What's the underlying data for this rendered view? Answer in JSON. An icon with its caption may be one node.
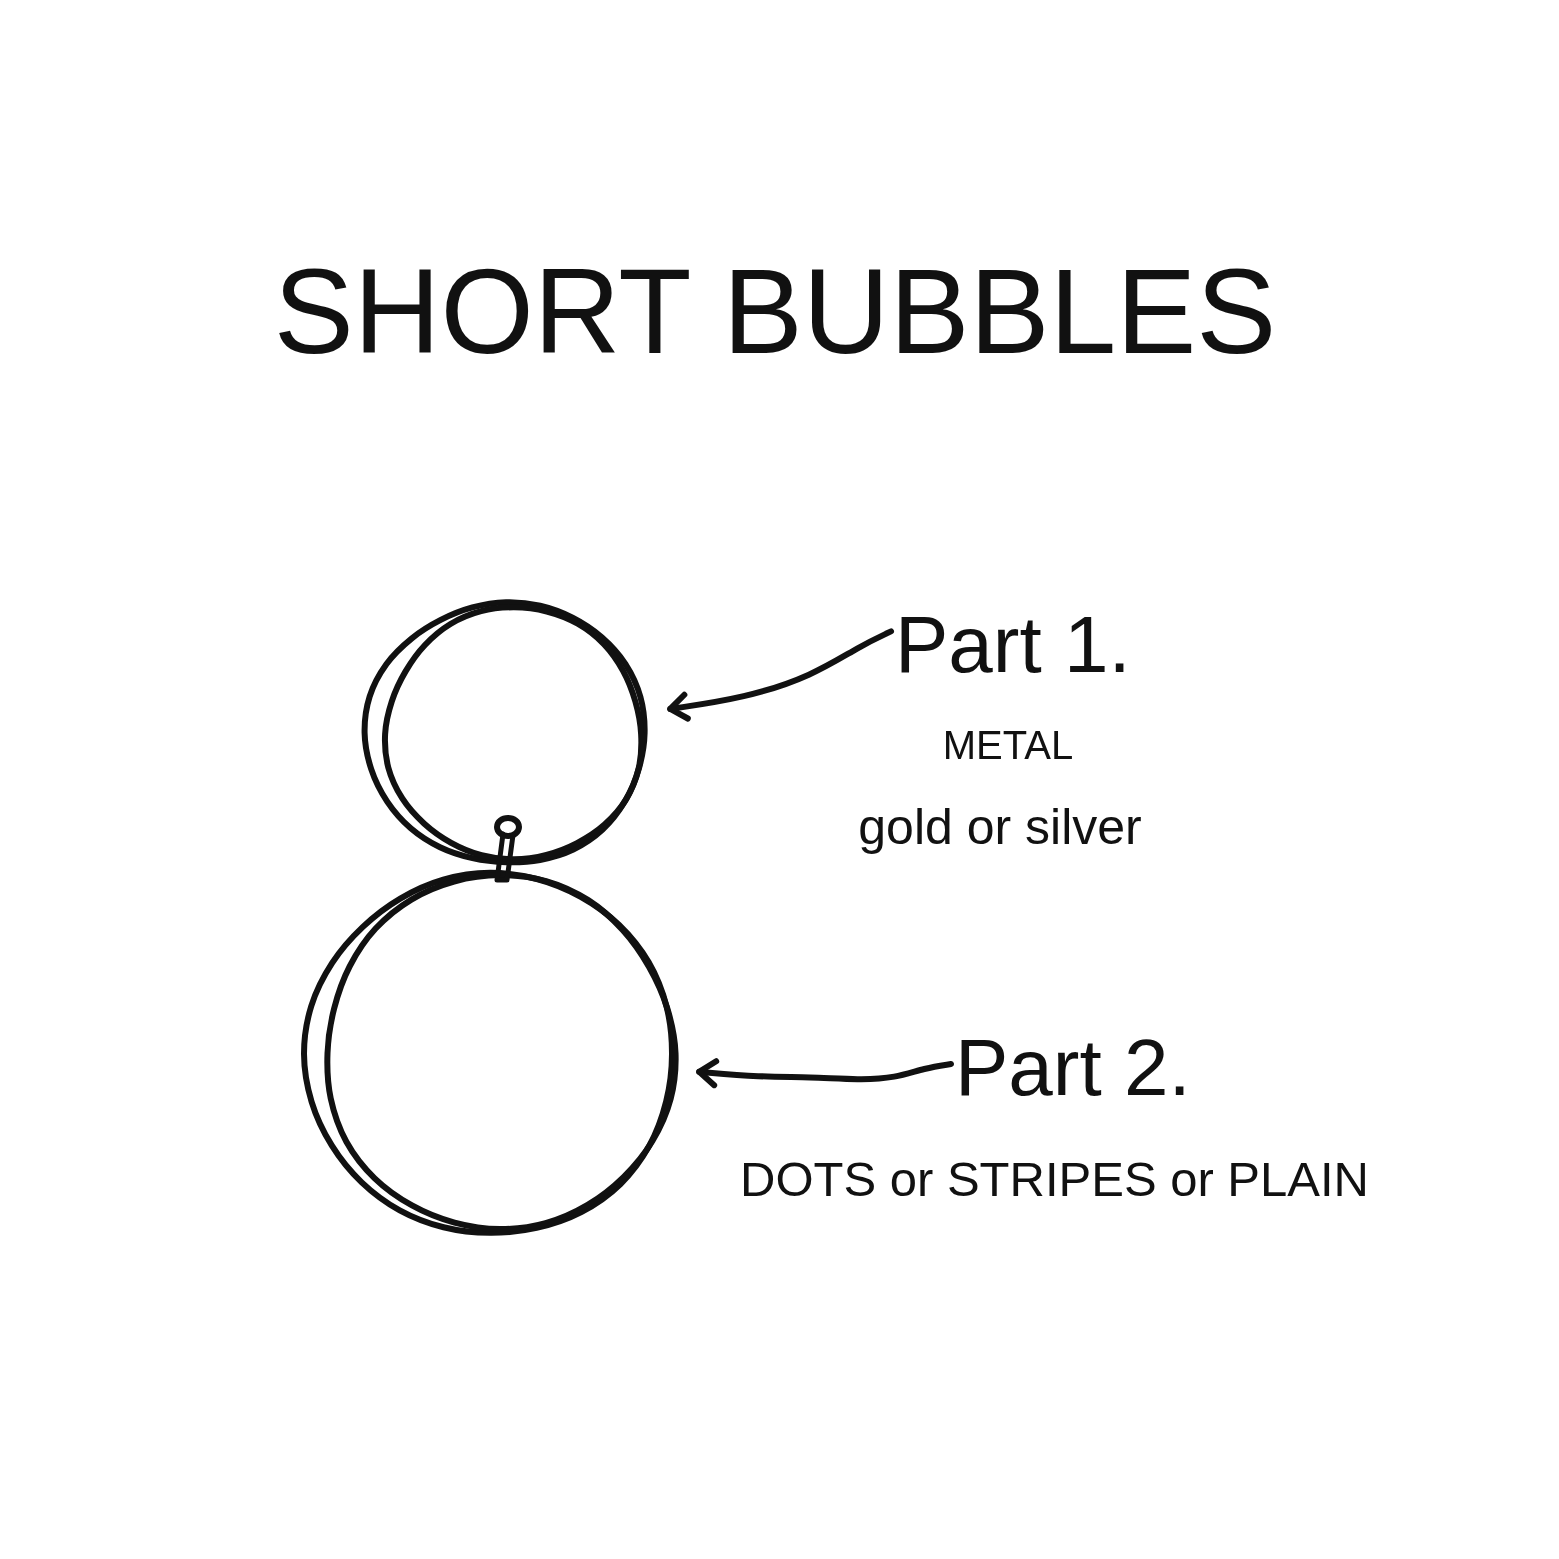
{
  "diagram": {
    "title": "SHORT BUBBLES",
    "nodes": [
      {
        "text": [],
        "shape": "circle"
      },
      {
        "text": [
          "Part 1."
        ],
        "beside": [
          "METAL",
          "gold or silver"
        ]
      },
      {
        "text": [],
        "shape": "circle"
      },
      {
        "text": [
          "Part 2."
        ],
        "beside": [
          "DOTS or STRIPES or PLAIN"
        ]
      }
    ],
    "edges": [
      {
        "from": 1,
        "to": 0,
        "arrow": "to"
      },
      {
        "from": 3,
        "to": 2,
        "arrow": "to"
      }
    ]
  }
}
